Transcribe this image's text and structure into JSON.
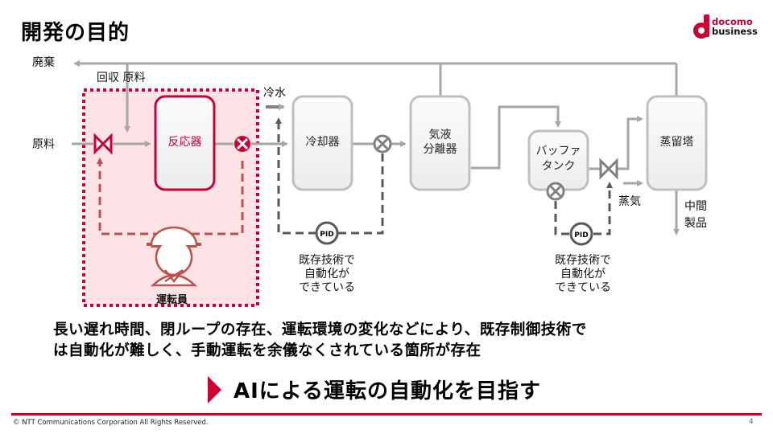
{
  "slide": {
    "title": "開発の目的",
    "logo": {
      "line1": "docomo",
      "line2": "business",
      "icon": "docomo-d-icon"
    },
    "page_number": "4",
    "copyright": "© NTT Communications Corporation All Rights Reserved."
  },
  "diagram": {
    "streams": {
      "waste": "廃棄",
      "recovered_raw": "回収 原料",
      "raw_material": "原料",
      "cooling_water": "冷水",
      "steam": "蒸気",
      "intermediate_product_line1": "中間",
      "intermediate_product_line2": "製品"
    },
    "units": {
      "reactor": "反応器",
      "cooler": "冷却器",
      "separator_line1": "気液",
      "separator_line2": "分離器",
      "buffer_line1": "バッファ",
      "buffer_line2": "タンク",
      "distillation": "蒸留塔"
    },
    "controllers": [
      {
        "label": "PID",
        "note": [
          "既存技術で",
          "自動化が",
          "できている"
        ]
      },
      {
        "label": "PID",
        "note": [
          "既存技術で",
          "自動化が",
          "できている"
        ]
      }
    ],
    "operator_label": "運転員",
    "colors": {
      "accent": "#cc0033",
      "highlight_fill": "#fde3e6",
      "operator_line": "#c0504d",
      "pipe": "#a6a6a6",
      "control_line": "#595959",
      "unit_border": "#bfbfbf"
    }
  },
  "content": {
    "body_line1": "長い遅れ時間、閉ループの存在、運転環境の変化などにより、既存制御技術で",
    "body_line2": "は自動化が難しく、手動運転を余儀なくされている箇所が存在",
    "goal": "AIによる運転の自動化を目指す"
  }
}
